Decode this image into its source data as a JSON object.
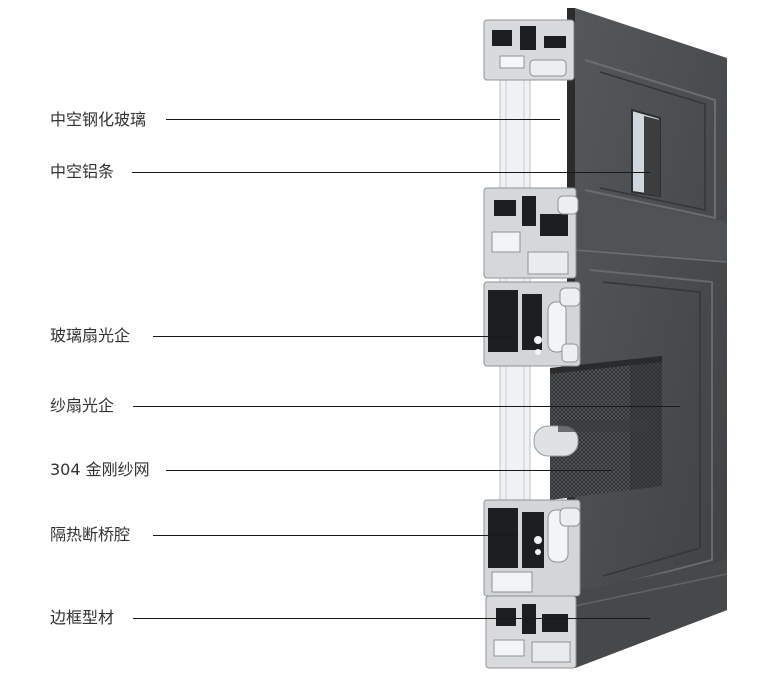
{
  "diagram": {
    "callouts": [
      {
        "id": "hollow-tempered-glass",
        "text": "中空钢化玻璃"
      },
      {
        "id": "hollow-aluminum-spacer",
        "text": "中空铝条"
      },
      {
        "id": "glass-sash-profile",
        "text": "玻璃扇光企"
      },
      {
        "id": "screen-sash-profile",
        "text": "纱扇光企"
      },
      {
        "id": "steel-mesh",
        "text": "304 金刚纱网"
      },
      {
        "id": "thermal-break-cavity",
        "text": "隔热断桥腔"
      },
      {
        "id": "frame-profile",
        "text": "边框型材"
      }
    ]
  },
  "colors": {
    "frame": "#4a4c4e",
    "frame_dark": "#2f3133",
    "frame_light": "#5d6063",
    "section_metal": "#d6d8da",
    "section_dark": "#1d1e20",
    "glass": "#e4eaee",
    "mesh": "#3a3c3e"
  }
}
